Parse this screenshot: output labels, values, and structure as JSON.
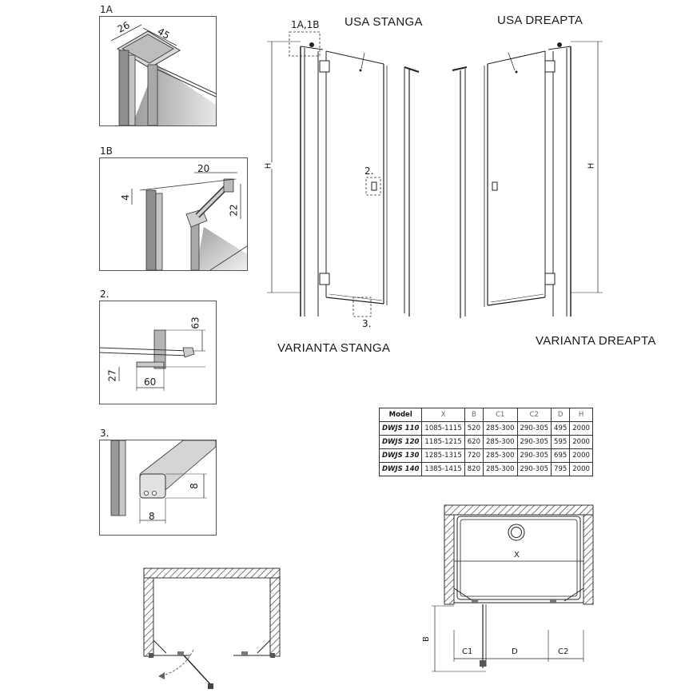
{
  "panels": {
    "p1a": {
      "label": "1A",
      "dim_a": "26",
      "dim_b": "45"
    },
    "p1b": {
      "label": "1B",
      "dim_a": "20",
      "dim_b": "4",
      "dim_c": "22"
    },
    "p2": {
      "label": "2.",
      "dim_a": "63",
      "dim_b": "27",
      "dim_c": "60"
    },
    "p3": {
      "label": "3.",
      "dim_a": "8",
      "dim_b": "8"
    }
  },
  "elevation": {
    "left_callout": "1A,1B",
    "left_title": "USA STANGA",
    "right_title": "USA DREAPTA",
    "handle_callout": "2.",
    "bottom_callout": "3.",
    "height_label": "H",
    "left_variant": "VARIANTA STANGA",
    "right_variant": "VARIANTA DREAPTA"
  },
  "table": {
    "headers": [
      "Model",
      "X",
      "B",
      "C1",
      "C2",
      "D",
      "H"
    ],
    "rows": [
      [
        "DWJS 110",
        "1085-1115",
        "520",
        "285-300",
        "290-305",
        "495",
        "2000"
      ],
      [
        "DWJS 120",
        "1185-1215",
        "620",
        "285-300",
        "290-305",
        "595",
        "2000"
      ],
      [
        "DWJS 130",
        "1285-1315",
        "720",
        "285-300",
        "290-305",
        "695",
        "2000"
      ],
      [
        "DWJS 140",
        "1385-1415",
        "820",
        "285-300",
        "290-305",
        "795",
        "2000"
      ]
    ]
  },
  "plan": {
    "x_label": "X",
    "b_label": "B",
    "c1_label": "C1",
    "d_label": "D",
    "c2_label": "C2"
  },
  "colors": {
    "line": "#1a1a1a",
    "gray_fill": "#b8b8b8",
    "hatch": "#333333"
  }
}
